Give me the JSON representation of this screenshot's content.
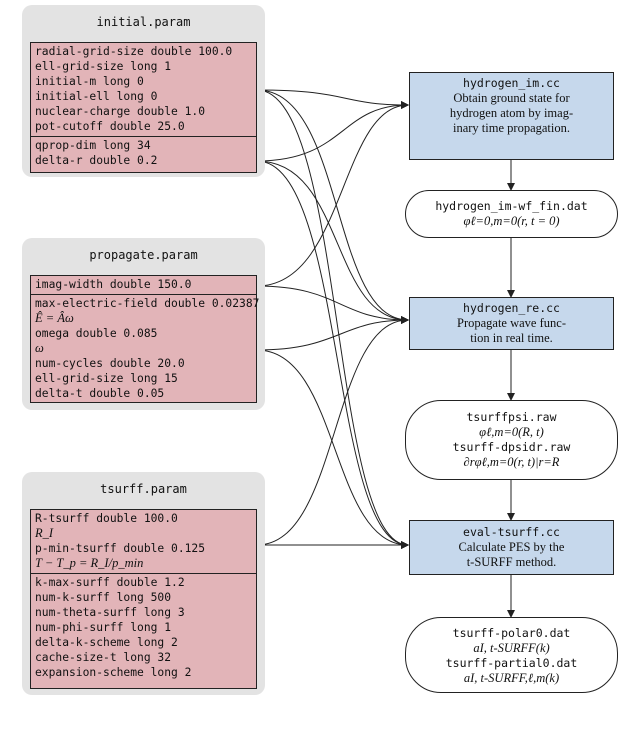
{
  "param_panels": [
    {
      "title": "initial.param",
      "entries_top": [
        "radial-grid-size double 100.0",
        "ell-grid-size long 1",
        "initial-m long 0",
        "initial-ell long 0",
        "nuclear-charge double 1.0",
        "pot-cutoff double 25.0"
      ],
      "entries_bottom": [
        "qprop-dim long 34",
        "delta-r double 0.2"
      ]
    },
    {
      "title": "propagate.param",
      "entries_top": [
        "imag-width double 150.0"
      ],
      "entries_bottom": [
        "max-electric-field double 0.02387",
        "Ê = Âω",
        "omega double 0.085",
        "ω",
        "num-cycles double 20.0",
        "ell-grid-size long 15",
        "delta-t double 0.05"
      ]
    },
    {
      "title": "tsurff.param",
      "entries_top": [
        "R-tsurff double 100.0",
        "R_I",
        "p-min-tsurff double 0.125",
        "T − T_p = R_I/p_min"
      ],
      "entries_bottom": [
        "k-max-surff double 1.2",
        "num-k-surff long 500",
        "num-theta-surff long 3",
        "num-phi-surff long 1",
        "delta-k-scheme long 2",
        "cache-size-t long 32",
        "expansion-scheme long 2"
      ]
    }
  ],
  "programs": [
    {
      "name": "hydrogen_im.cc",
      "description": [
        "Obtain ground state for",
        "hydrogen atom by imag-",
        "inary time propagation."
      ]
    },
    {
      "name": "hydrogen_re.cc",
      "description": [
        "Propagate wave func-",
        "tion in real time."
      ]
    },
    {
      "name": "eval-tsurff.cc",
      "description": [
        "Calculate PES by the",
        "t-SURFF method."
      ]
    }
  ],
  "outputs": [
    {
      "lines": [
        {
          "kind": "mono",
          "text": "hydrogen_im-wf_fin.dat"
        },
        {
          "kind": "math",
          "text": "φℓ=0,m=0(r, t  =  0)"
        }
      ]
    },
    {
      "lines": [
        {
          "kind": "mono",
          "text": "tsurffpsi.raw"
        },
        {
          "kind": "math",
          "text": "φℓ,m=0(R, t)"
        },
        {
          "kind": "mono",
          "text": "tsurff-dpsidr.raw"
        },
        {
          "kind": "math",
          "text": "∂rφℓ,m=0(r, t)|r=R"
        }
      ]
    },
    {
      "lines": [
        {
          "kind": "mono",
          "text": "tsurff-polar0.dat"
        },
        {
          "kind": "math",
          "text": "aI, t-SURFF(k)"
        },
        {
          "kind": "mono",
          "text": "tsurff-partial0.dat"
        },
        {
          "kind": "math",
          "text": "aI, t-SURFF,ℓ,m(k)"
        }
      ]
    }
  ],
  "colors": {
    "panel_bg": "#e3e3e3",
    "param_box": "#e2b4b8",
    "program_box": "#c6d8ec",
    "output_box": "#ffffff",
    "stroke": "#222222"
  }
}
